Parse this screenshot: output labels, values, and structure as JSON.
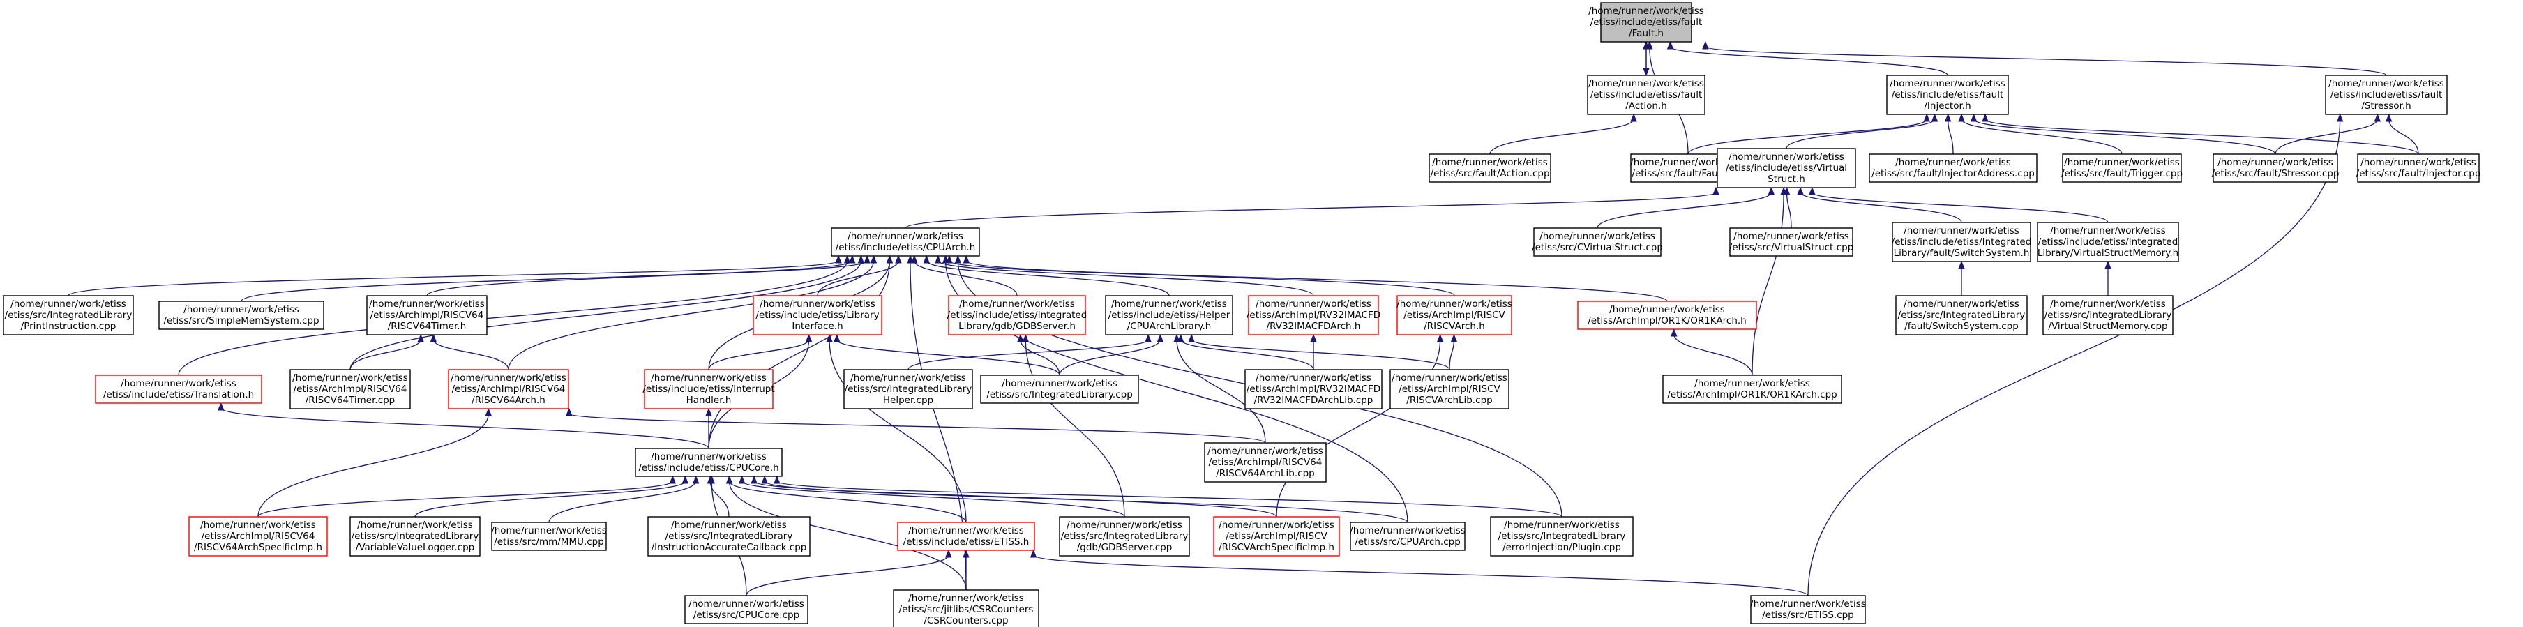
{
  "graph": {
    "nodes": [
      {
        "id": "fault_h",
        "lines": [
          "/home/runner/work/etiss",
          "/etiss/include/etiss/fault",
          "/Fault.h"
        ],
        "style": "focus"
      },
      {
        "id": "action_h",
        "lines": [
          "/home/runner/work/etiss",
          "/etiss/include/etiss/fault",
          "/Action.h"
        ],
        "style": "black"
      },
      {
        "id": "injector_h",
        "lines": [
          "/home/runner/work/etiss",
          "/etiss/include/etiss/fault",
          "/Injector.h"
        ],
        "style": "black"
      },
      {
        "id": "stressor_h",
        "lines": [
          "/home/runner/work/etiss",
          "/etiss/include/etiss/fault",
          "/Stressor.h"
        ],
        "style": "black"
      },
      {
        "id": "action_cpp",
        "lines": [
          "/home/runner/work/etiss",
          "/etiss/src/fault/Action.cpp"
        ],
        "style": "black"
      },
      {
        "id": "fault_cpp",
        "lines": [
          "/home/runner/work/etiss",
          "/etiss/src/fault/Fault.cpp"
        ],
        "style": "black"
      },
      {
        "id": "virtualstruct_h",
        "lines": [
          "/home/runner/work/etiss",
          "/etiss/include/etiss/Virtual",
          "Struct.h"
        ],
        "style": "black"
      },
      {
        "id": "injectoraddress_cpp",
        "lines": [
          "/home/runner/work/etiss",
          "/etiss/src/fault/InjectorAddress.cpp"
        ],
        "style": "black"
      },
      {
        "id": "trigger_cpp",
        "lines": [
          "/home/runner/work/etiss",
          "/etiss/src/fault/Trigger.cpp"
        ],
        "style": "black"
      },
      {
        "id": "stressor_cpp",
        "lines": [
          "/home/runner/work/etiss",
          "/etiss/src/fault/Stressor.cpp"
        ],
        "style": "black"
      },
      {
        "id": "injector_cpp",
        "lines": [
          "/home/runner/work/etiss",
          "/etiss/src/fault/Injector.cpp"
        ],
        "style": "black"
      },
      {
        "id": "cpuarch_h",
        "lines": [
          "/home/runner/work/etiss",
          "/etiss/include/etiss/CPUArch.h"
        ],
        "style": "black"
      },
      {
        "id": "cvirtualstruct_cpp",
        "lines": [
          "/home/runner/work/etiss",
          "/etiss/src/CVirtualStruct.cpp"
        ],
        "style": "black"
      },
      {
        "id": "virtualstruct_cpp",
        "lines": [
          "/home/runner/work/etiss",
          "/etiss/src/VirtualStruct.cpp"
        ],
        "style": "black"
      },
      {
        "id": "switchsystem_h",
        "lines": [
          "/home/runner/work/etiss",
          "/etiss/include/etiss/Integrated",
          "Library/fault/SwitchSystem.h"
        ],
        "style": "black"
      },
      {
        "id": "virtualstructmemory_h",
        "lines": [
          "/home/runner/work/etiss",
          "/etiss/include/etiss/Integrated",
          "Library/VirtualStructMemory.h"
        ],
        "style": "black"
      },
      {
        "id": "printinstruction_cpp",
        "lines": [
          "/home/runner/work/etiss",
          "/etiss/src/IntegratedLibrary",
          "/PrintInstruction.cpp"
        ],
        "style": "black"
      },
      {
        "id": "simplememsystem_cpp",
        "lines": [
          "/home/runner/work/etiss",
          "/etiss/src/SimpleMemSystem.cpp"
        ],
        "style": "black"
      },
      {
        "id": "risc64timer_h",
        "lines": [
          "/home/runner/work/etiss",
          "/etiss/ArchImpl/RISCV64",
          "/RISCV64Timer.h"
        ],
        "style": "black"
      },
      {
        "id": "libraryinterface_h",
        "lines": [
          "/home/runner/work/etiss",
          "/etiss/include/etiss/Library",
          "Interface.h"
        ],
        "style": "red"
      },
      {
        "id": "gdbserver_h",
        "lines": [
          "/home/runner/work/etiss",
          "/etiss/include/etiss/Integrated",
          "Library/gdb/GDBServer.h"
        ],
        "style": "red"
      },
      {
        "id": "cpuarchlibrary_h",
        "lines": [
          "/home/runner/work/etiss",
          "/etiss/include/etiss/Helper",
          "/CPUArchLibrary.h"
        ],
        "style": "black"
      },
      {
        "id": "rv32imacfdarch_h",
        "lines": [
          "/home/runner/work/etiss",
          "/etiss/ArchImpl/RV32IMACFD",
          "/RV32IMACFDArch.h"
        ],
        "style": "red"
      },
      {
        "id": "riscvarch_h",
        "lines": [
          "/home/runner/work/etiss",
          "/etiss/ArchImpl/RISCV",
          "/RISCVArch.h"
        ],
        "style": "red"
      },
      {
        "id": "or1karch_h",
        "lines": [
          "/home/runner/work/etiss",
          "/etiss/ArchImpl/OR1K/OR1KArch.h"
        ],
        "style": "red"
      },
      {
        "id": "switchsystem_cpp",
        "lines": [
          "/home/runner/work/etiss",
          "/etiss/src/IntegratedLibrary",
          "/fault/SwitchSystem.cpp"
        ],
        "style": "black"
      },
      {
        "id": "virtualstructmemory_cpp",
        "lines": [
          "/home/runner/work/etiss",
          "/etiss/src/IntegratedLibrary",
          "/VirtualStructMemory.cpp"
        ],
        "style": "black"
      },
      {
        "id": "translation_h",
        "lines": [
          "/home/runner/work/etiss",
          "/etiss/include/etiss/Translation.h"
        ],
        "style": "red"
      },
      {
        "id": "risc64timer_cpp",
        "lines": [
          "/home/runner/work/etiss",
          "/etiss/ArchImpl/RISCV64",
          "/RISCV64Timer.cpp"
        ],
        "style": "black"
      },
      {
        "id": "risc64arch_h",
        "lines": [
          "/home/runner/work/etiss",
          "/etiss/ArchImpl/RISCV64",
          "/RISCV64Arch.h"
        ],
        "style": "red"
      },
      {
        "id": "interrupthandler_h",
        "lines": [
          "/home/runner/work/etiss",
          "/etiss/include/etiss/Interrupt",
          "Handler.h"
        ],
        "style": "red"
      },
      {
        "id": "helper_cpp",
        "lines": [
          "/home/runner/work/etiss",
          "/etiss/src/IntegratedLibrary",
          "Helper.cpp"
        ],
        "style": "black"
      },
      {
        "id": "integratedlibrary_cpp",
        "lines": [
          "/home/runner/work/etiss",
          "/etiss/src/IntegratedLibrary.cpp"
        ],
        "style": "black"
      },
      {
        "id": "rv32imacfdarchlib_cpp",
        "lines": [
          "/home/runner/work/etiss",
          "/etiss/ArchImpl/RV32IMACFD",
          "/RV32IMACFDArchLib.cpp"
        ],
        "style": "black"
      },
      {
        "id": "riscvarchlib_cpp",
        "lines": [
          "/home/runner/work/etiss",
          "/etiss/ArchImpl/RISCV",
          "/RISCVArchLib.cpp"
        ],
        "style": "black"
      },
      {
        "id": "or1karch_cpp",
        "lines": [
          "/home/runner/work/etiss",
          "/etiss/ArchImpl/OR1K/OR1KArch.cpp"
        ],
        "style": "black"
      },
      {
        "id": "risc64archlib_cpp",
        "lines": [
          "/home/runner/work/etiss",
          "/etiss/ArchImpl/RISCV64",
          "/RISCV64ArchLib.cpp"
        ],
        "style": "black"
      },
      {
        "id": "cpucore_h",
        "lines": [
          "/home/runner/work/etiss",
          "/etiss/include/etiss/CPUCore.h"
        ],
        "style": "black"
      },
      {
        "id": "risc64archspecificimp_h",
        "lines": [
          "/home/runner/work/etiss",
          "/etiss/ArchImpl/RISCV64",
          "/RISCV64ArchSpecificImp.h"
        ],
        "style": "red"
      },
      {
        "id": "variablevaluelogger_cpp",
        "lines": [
          "/home/runner/work/etiss",
          "/etiss/src/IntegratedLibrary",
          "/VariableValueLogger.cpp"
        ],
        "style": "black"
      },
      {
        "id": "mmu_cpp",
        "lines": [
          "/home/runner/work/etiss",
          "/etiss/src/mm/MMU.cpp"
        ],
        "style": "black"
      },
      {
        "id": "instructionaccuratecallback_cpp",
        "lines": [
          "/home/runner/work/etiss",
          "/etiss/src/IntegratedLibrary",
          "/InstructionAccurateCallback.cpp"
        ],
        "style": "black"
      },
      {
        "id": "etiss_h",
        "lines": [
          "/home/runner/work/etiss",
          "/etiss/include/etiss/ETISS.h"
        ],
        "style": "red"
      },
      {
        "id": "gdbserver_cpp",
        "lines": [
          "/home/runner/work/etiss",
          "/etiss/src/IntegratedLibrary",
          "/gdb/GDBServer.cpp"
        ],
        "style": "black"
      },
      {
        "id": "riscvarchspecificimp_h",
        "lines": [
          "/home/runner/work/etiss",
          "/etiss/ArchImpl/RISCV",
          "/RISCVArchSpecificImp.h"
        ],
        "style": "red"
      },
      {
        "id": "cpuarch_cpp",
        "lines": [
          "/home/runner/work/etiss",
          "/etiss/src/CPUArch.cpp"
        ],
        "style": "black"
      },
      {
        "id": "errorinjection_cpp",
        "lines": [
          "/home/runner/work/etiss",
          "/etiss/src/IntegratedLibrary",
          "/errorInjection/Plugin.cpp"
        ],
        "style": "black"
      },
      {
        "id": "cpucore_cpp",
        "lines": [
          "/home/runner/work/etiss",
          "/etiss/src/CPUCore.cpp"
        ],
        "style": "black"
      },
      {
        "id": "csrcounters_cpp",
        "lines": [
          "/home/runner/work/etiss",
          "/etiss/src/jitlibs/CSRCounters",
          "/CSRCounters.cpp"
        ],
        "style": "black"
      },
      {
        "id": "etiss_cpp",
        "lines": [
          "/home/runner/work/etiss",
          "/etiss/src/ETISS.cpp"
        ],
        "style": "black"
      }
    ],
    "edges": [
      [
        "fault_h",
        "action_h"
      ],
      [
        "action_h",
        "fault_h"
      ],
      [
        "fault_h",
        "fault_cpp"
      ],
      [
        "fault_h",
        "injector_h"
      ],
      [
        "fault_h",
        "stressor_h"
      ],
      [
        "action_h",
        "action_cpp"
      ],
      [
        "injector_h",
        "fault_cpp"
      ],
      [
        "injector_h",
        "virtualstruct_h"
      ],
      [
        "injector_h",
        "injectoraddress_cpp"
      ],
      [
        "injector_h",
        "trigger_cpp"
      ],
      [
        "injector_h",
        "stressor_cpp"
      ],
      [
        "injector_h",
        "injector_cpp"
      ],
      [
        "stressor_h",
        "stressor_cpp"
      ],
      [
        "stressor_h",
        "injector_cpp"
      ],
      [
        "stressor_h",
        "etiss_cpp"
      ],
      [
        "virtualstruct_h",
        "cpuarch_h"
      ],
      [
        "virtualstruct_h",
        "cvirtualstruct_cpp"
      ],
      [
        "virtualstruct_h",
        "virtualstruct_cpp"
      ],
      [
        "virtualstruct_h",
        "switchsystem_h"
      ],
      [
        "virtualstruct_h",
        "virtualstructmemory_h"
      ],
      [
        "virtualstruct_h",
        "or1karch_cpp"
      ],
      [
        "switchsystem_h",
        "switchsystem_cpp"
      ],
      [
        "virtualstructmemory_h",
        "virtualstructmemory_cpp"
      ],
      [
        "cpuarch_h",
        "printinstruction_cpp"
      ],
      [
        "cpuarch_h",
        "simplememsystem_cpp"
      ],
      [
        "cpuarch_h",
        "risc64timer_h"
      ],
      [
        "cpuarch_h",
        "libraryinterface_h"
      ],
      [
        "cpuarch_h",
        "gdbserver_h"
      ],
      [
        "cpuarch_h",
        "cpuarchlibrary_h"
      ],
      [
        "cpuarch_h",
        "rv32imacfdarch_h"
      ],
      [
        "cpuarch_h",
        "riscvarch_h"
      ],
      [
        "cpuarch_h",
        "or1karch_h"
      ],
      [
        "cpuarch_h",
        "translation_h"
      ],
      [
        "cpuarch_h",
        "risc64timer_cpp"
      ],
      [
        "cpuarch_h",
        "risc64arch_h"
      ],
      [
        "cpuarch_h",
        "interrupthandler_h"
      ],
      [
        "cpuarch_h",
        "cpucore_h"
      ],
      [
        "cpuarch_h",
        "cpuarch_cpp"
      ],
      [
        "cpuarch_h",
        "errorinjection_cpp"
      ],
      [
        "cpuarch_h",
        "csrcounters_cpp"
      ],
      [
        "risc64timer_h",
        "risc64timer_cpp"
      ],
      [
        "risc64timer_h",
        "risc64arch_h"
      ],
      [
        "libraryinterface_h",
        "interrupthandler_h"
      ],
      [
        "libraryinterface_h",
        "cpucore_h"
      ],
      [
        "libraryinterface_h",
        "integratedlibrary_cpp"
      ],
      [
        "libraryinterface_h",
        "etiss_h"
      ],
      [
        "gdbserver_h",
        "integratedlibrary_cpp"
      ],
      [
        "gdbserver_h",
        "gdbserver_cpp"
      ],
      [
        "cpuarchlibrary_h",
        "helper_cpp"
      ],
      [
        "cpuarchlibrary_h",
        "integratedlibrary_cpp"
      ],
      [
        "cpuarchlibrary_h",
        "rv32imacfdarchlib_cpp"
      ],
      [
        "cpuarchlibrary_h",
        "riscvarchlib_cpp"
      ],
      [
        "cpuarchlibrary_h",
        "risc64archlib_cpp"
      ],
      [
        "rv32imacfdarch_h",
        "rv32imacfdarchlib_cpp"
      ],
      [
        "riscvarch_h",
        "riscvarchlib_cpp"
      ],
      [
        "riscvarch_h",
        "riscvarchspecificimp_h"
      ],
      [
        "or1karch_h",
        "or1karch_cpp"
      ],
      [
        "translation_h",
        "cpucore_h"
      ],
      [
        "risc64arch_h",
        "risc64archspecificimp_h"
      ],
      [
        "risc64arch_h",
        "risc64archlib_cpp"
      ],
      [
        "interrupthandler_h",
        "cpucore_h"
      ],
      [
        "cpucore_h",
        "risc64archspecificimp_h"
      ],
      [
        "cpucore_h",
        "variablevaluelogger_cpp"
      ],
      [
        "cpucore_h",
        "mmu_cpp"
      ],
      [
        "cpucore_h",
        "instructionaccuratecallback_cpp"
      ],
      [
        "cpucore_h",
        "etiss_h"
      ],
      [
        "cpucore_h",
        "gdbserver_cpp"
      ],
      [
        "cpucore_h",
        "riscvarchspecificimp_h"
      ],
      [
        "cpucore_h",
        "cpuarch_cpp"
      ],
      [
        "cpucore_h",
        "errorinjection_cpp"
      ],
      [
        "cpucore_h",
        "cpucore_cpp"
      ],
      [
        "cpucore_h",
        "csrcounters_cpp"
      ],
      [
        "etiss_h",
        "cpucore_cpp"
      ],
      [
        "etiss_h",
        "csrcounters_cpp"
      ],
      [
        "etiss_h",
        "etiss_cpp"
      ]
    ]
  }
}
